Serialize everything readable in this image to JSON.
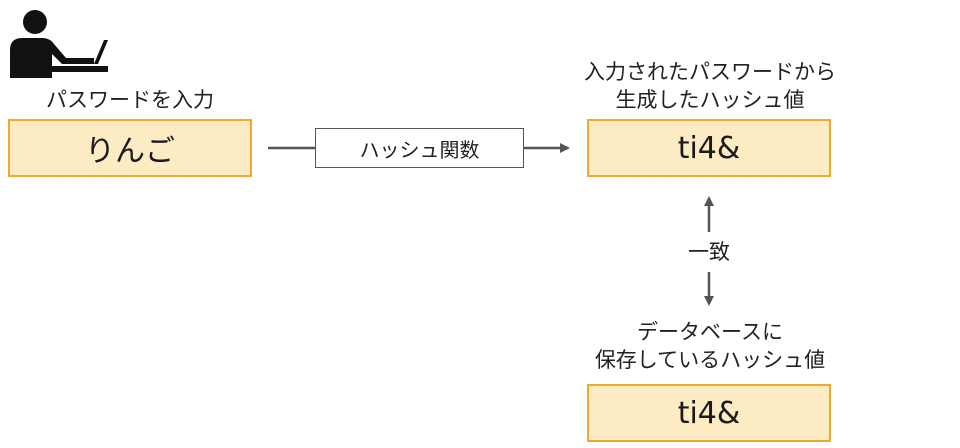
{
  "user": {
    "icon": "user-at-laptop-icon",
    "caption": "パスワードを入力"
  },
  "input_box": {
    "value": "りんご"
  },
  "hash_function": {
    "label": "ハッシュ関数"
  },
  "generated_hash": {
    "caption_line1": "入力されたパスワードから",
    "caption_line2": "生成したハッシュ値",
    "value": "ti4&"
  },
  "comparison": {
    "label": "一致"
  },
  "stored_hash": {
    "caption_line1": "データベースに",
    "caption_line2": "保存しているハッシュ値",
    "value": "ti4&"
  },
  "colors": {
    "box_fill": "#fdebc3",
    "box_border": "#f0a830",
    "arrow": "#555555",
    "icon": "#111111"
  }
}
